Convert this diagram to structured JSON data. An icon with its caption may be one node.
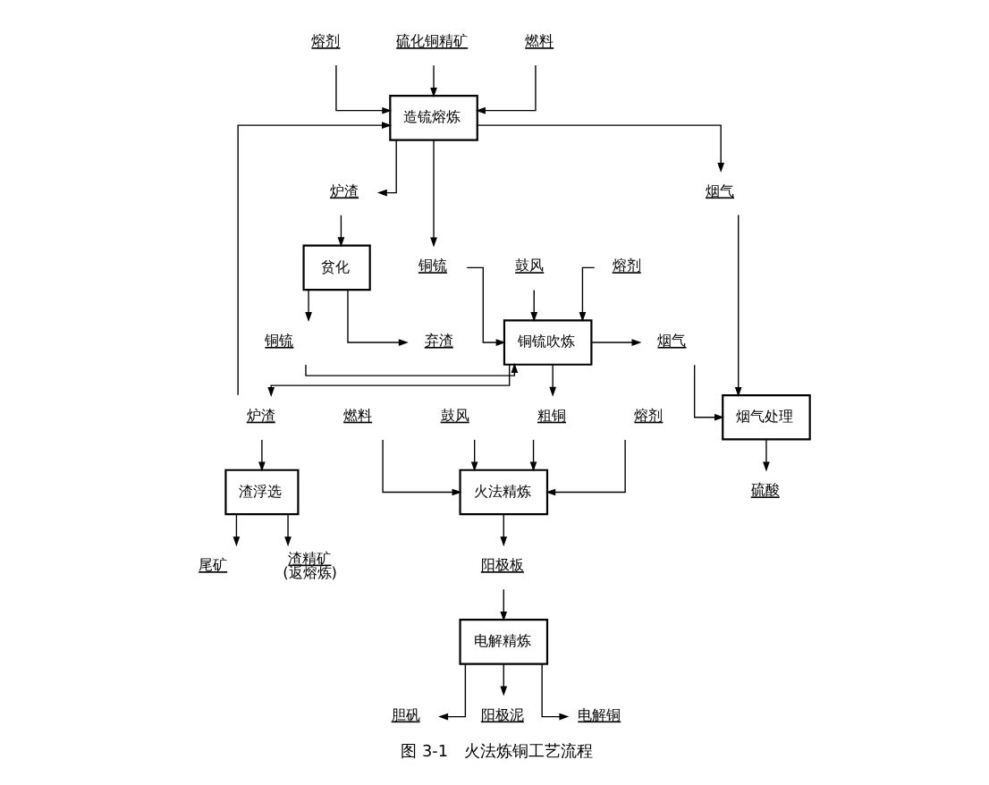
{
  "diagram": {
    "caption": "图 3-1　火法炼铜工艺流程",
    "nodes": [
      {
        "text": [
          "熔剂"
        ]
      },
      {
        "text": [
          "硫化铜精矿"
        ]
      },
      {
        "text": [
          "燃料"
        ]
      },
      {
        "text": [
          "造锍熔炼"
        ]
      },
      {
        "text": [
          "烟气"
        ]
      },
      {
        "text": [
          "炉渣"
        ]
      },
      {
        "text": [
          "贫化"
        ]
      },
      {
        "text": [
          "鼓风"
        ]
      },
      {
        "text": [
          "铜锍"
        ]
      },
      {
        "text": [
          "熔剂"
        ]
      },
      {
        "text": [
          "烟气处理"
        ]
      },
      {
        "text": [
          "铜锍"
        ]
      },
      {
        "text": [
          "弃渣"
        ]
      },
      {
        "text": [
          "烟气"
        ]
      },
      {
        "text": [
          "硫酸"
        ]
      },
      {
        "text": [
          "铜锍吹炼"
        ]
      },
      {
        "text": [
          "炉渣"
        ]
      },
      {
        "text": [
          "熔剂"
        ]
      },
      {
        "text": [
          "燃料"
        ]
      },
      {
        "text": [
          "粗铜"
        ]
      },
      {
        "text": [
          "鼓风"
        ]
      },
      {
        "text": [
          "渣浮选"
        ]
      },
      {
        "text": [
          "火法精炼"
        ]
      },
      {
        "text": [
          "渣精矿"
        ],
        "beside": [
          "(返熔炼)"
        ]
      },
      {
        "text": [
          "尾矿"
        ]
      },
      {
        "text": [
          "阳极板"
        ]
      },
      {
        "text": [
          "胆矾"
        ]
      },
      {
        "text": [
          "电解精炼"
        ]
      },
      {
        "text": [
          "阳极泥"
        ]
      },
      {
        "text": [
          "电解铜"
        ]
      }
    ],
    "edges": [
      {
        "from": 0,
        "to": 3,
        "arrow": "to"
      },
      {
        "from": 1,
        "to": 3,
        "arrow": "to"
      },
      {
        "from": 2,
        "to": 3,
        "arrow": "to"
      },
      {
        "from": 16,
        "to": 3,
        "arrow": "to"
      },
      {
        "from": 3,
        "to": 4,
        "arrow": "to"
      },
      {
        "from": 3,
        "to": 5,
        "arrow": "to"
      },
      {
        "from": 3,
        "to": 8,
        "arrow": "to"
      },
      {
        "from": 5,
        "to": 6,
        "arrow": "to"
      },
      {
        "from": 6,
        "to": 11,
        "arrow": "to"
      },
      {
        "from": 6,
        "to": 12,
        "arrow": "to"
      },
      {
        "from": 4,
        "to": 10,
        "arrow": "to"
      },
      {
        "from": 13,
        "to": 10,
        "arrow": "to"
      },
      {
        "from": 10,
        "to": 14,
        "arrow": "to"
      },
      {
        "from": 8,
        "to": 15,
        "arrow": "to"
      },
      {
        "from": 7,
        "to": 15,
        "arrow": "to"
      },
      {
        "from": 9,
        "to": 15,
        "arrow": "to"
      },
      {
        "from": 11,
        "to": 15,
        "arrow": "to"
      },
      {
        "from": 15,
        "to": 13,
        "arrow": "to"
      },
      {
        "from": 15,
        "to": 16,
        "arrow": "to"
      },
      {
        "from": 15,
        "to": 19,
        "arrow": "to"
      },
      {
        "from": 17,
        "to": 22,
        "arrow": "to"
      },
      {
        "from": 18,
        "to": 22,
        "arrow": "to"
      },
      {
        "from": 19,
        "to": 22,
        "arrow": "to"
      },
      {
        "from": 20,
        "to": 22,
        "arrow": "to"
      },
      {
        "from": 16,
        "to": 21,
        "arrow": "to"
      },
      {
        "from": 21,
        "to": 23,
        "arrow": "to"
      },
      {
        "from": 21,
        "to": 24,
        "arrow": "to"
      },
      {
        "from": 22,
        "to": 25,
        "arrow": "to"
      },
      {
        "from": 25,
        "to": 27,
        "arrow": "to"
      },
      {
        "from": 27,
        "to": 26,
        "arrow": "to"
      },
      {
        "from": 27,
        "to": 28,
        "arrow": "to"
      },
      {
        "from": 27,
        "to": 29,
        "arrow": "to"
      }
    ]
  }
}
